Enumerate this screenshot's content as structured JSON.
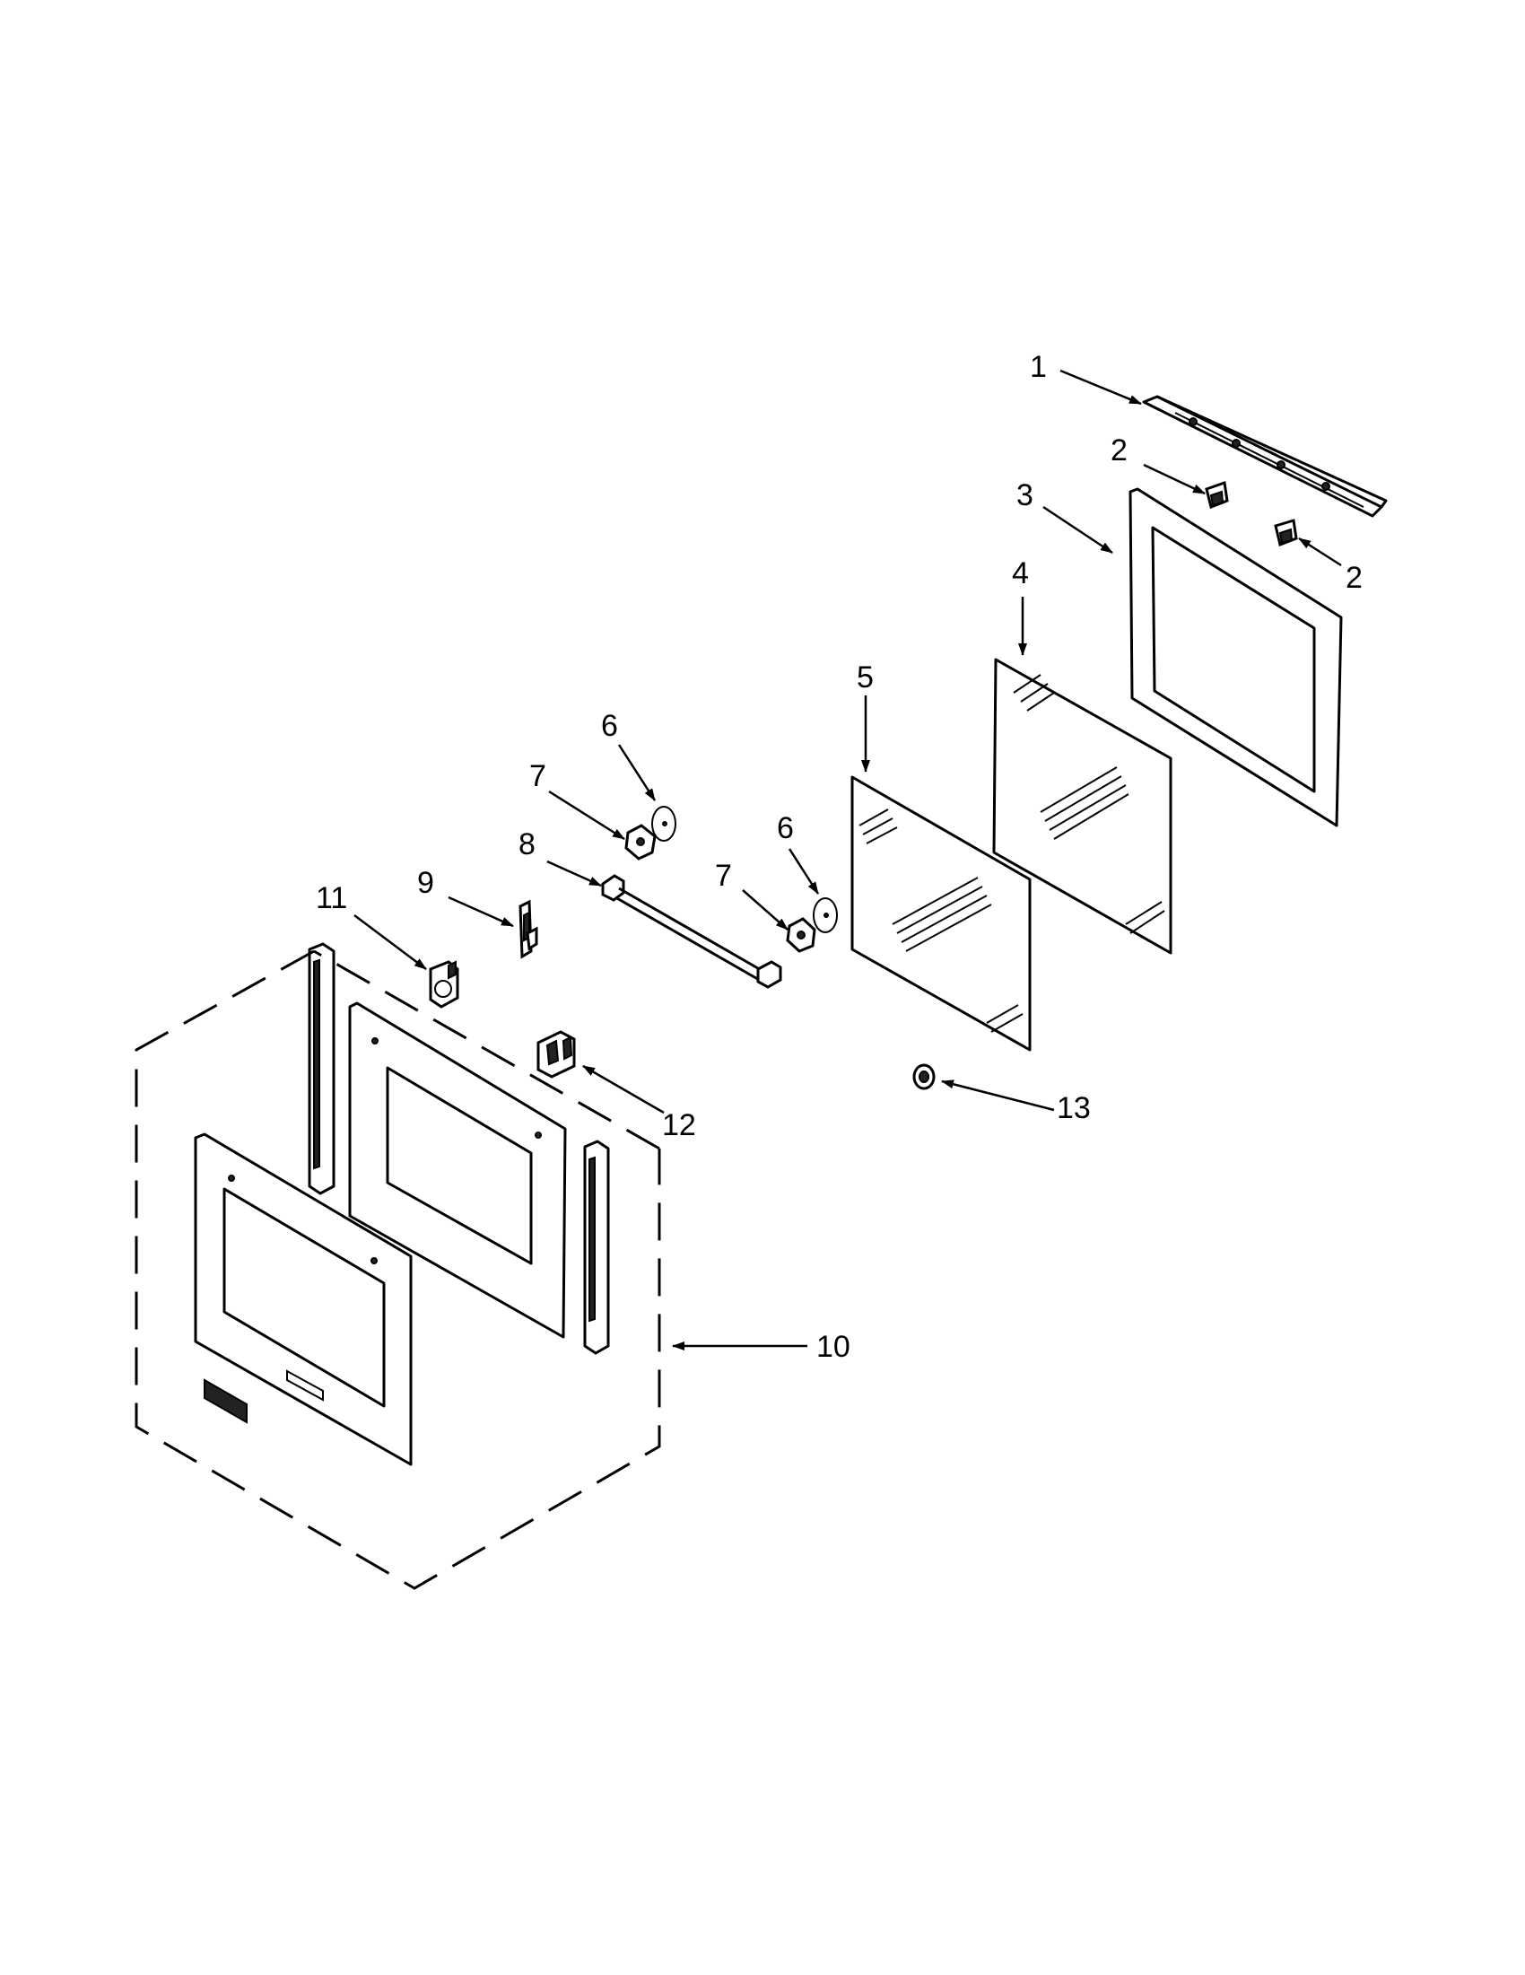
{
  "callouts": {
    "c1": "1",
    "c2a": "2",
    "c2b": "2",
    "c3": "3",
    "c4": "4",
    "c5": "5",
    "c6a": "6",
    "c6b": "6",
    "c7a": "7",
    "c7b": "7",
    "c8": "8",
    "c9": "9",
    "c10": "10",
    "c11": "11",
    "c12": "12",
    "c13": "13"
  }
}
